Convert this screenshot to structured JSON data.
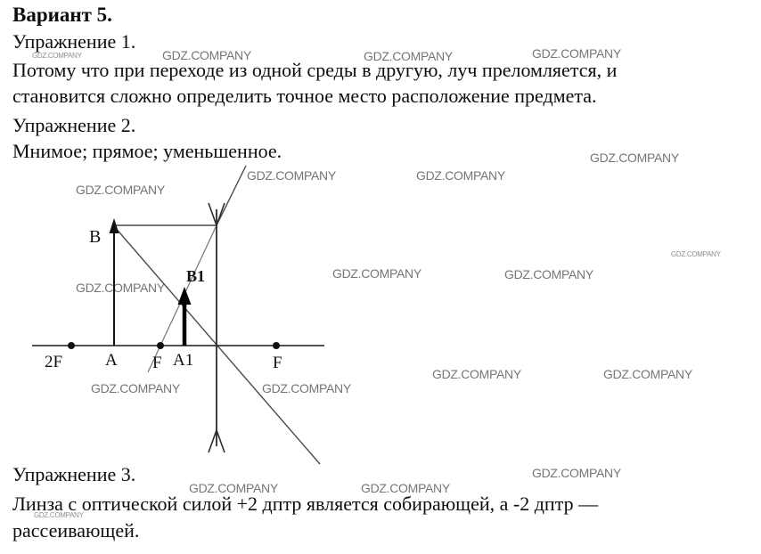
{
  "doc": {
    "title": "Вариант 5.",
    "exercise1": {
      "heading": "Упражнение 1.",
      "lines": [
        "Потому что при переходе из одной среды в другую, луч преломляется, и",
        "становится сложно определить точное место расположение предмета."
      ]
    },
    "exercise2": {
      "heading": "Упражнение 2.",
      "answer": "Мнимое; прямое; уменьшенное."
    },
    "exercise3": {
      "heading": "Упражнение 3.",
      "lines": [
        "Линза с оптической силой +2 дптр является собирающей, а -2 дптр —",
        "рассеивающей."
      ]
    }
  },
  "diagram": {
    "labels": {
      "object_top": "B",
      "image_top": "B1",
      "two_f_left": "2F",
      "object_base": "A",
      "focus_left": "F",
      "image_base": "A1",
      "focus_right": "F"
    }
  },
  "watermark": {
    "text": "GDZ.COMPANY"
  }
}
